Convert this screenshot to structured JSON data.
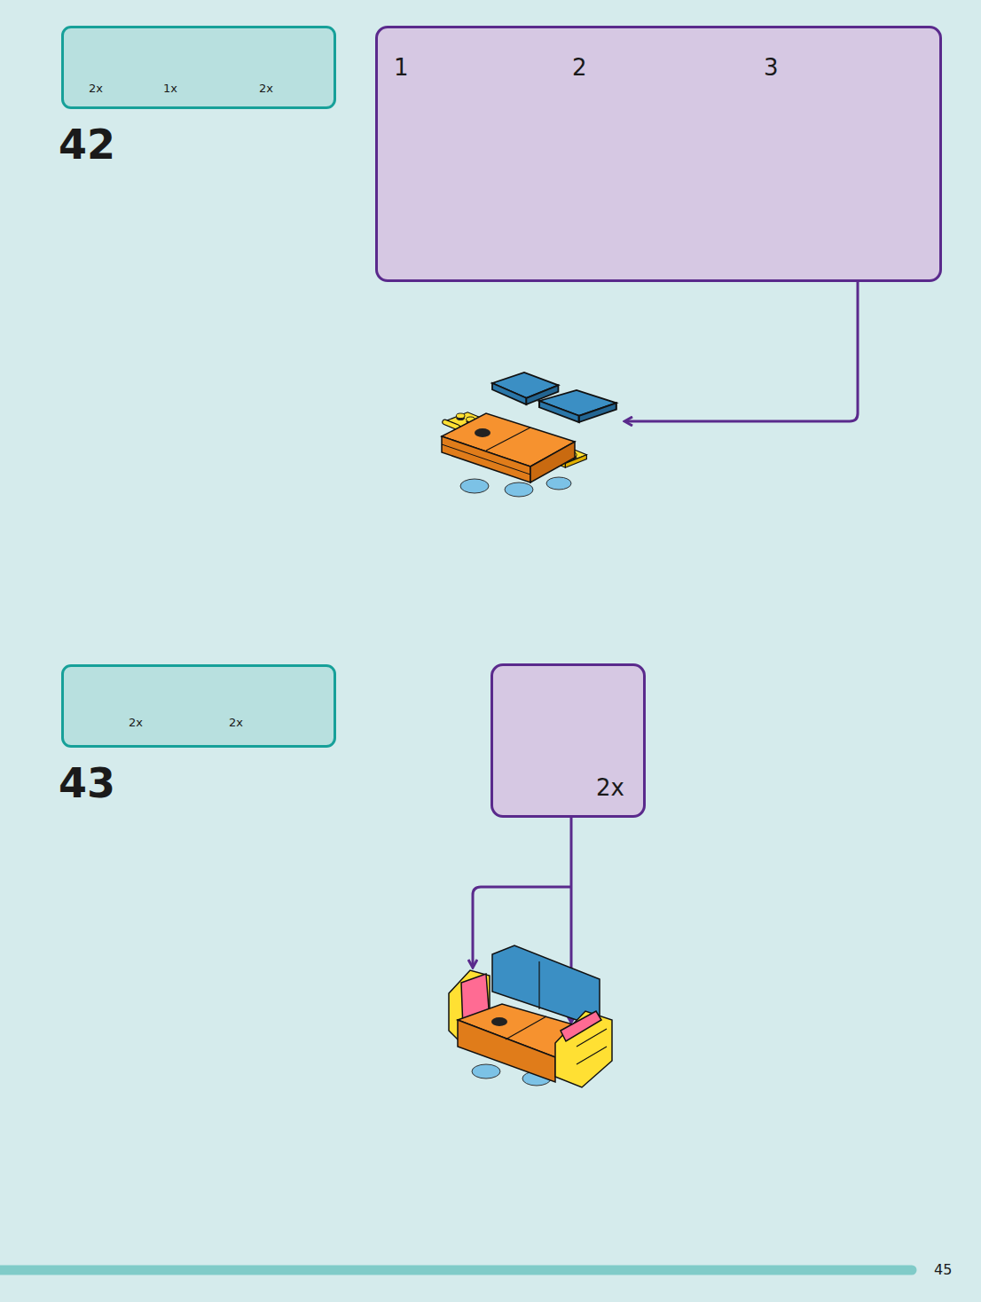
{
  "diagram": {
    "nodes": [
      {
        "text": [
          "2x",
          "1x",
          "2x"
        ]
      },
      {
        "text": [
          "1",
          "2",
          "3"
        ]
      },
      {
        "text": [
          "2x",
          "2x"
        ]
      },
      {
        "text": [
          "2x"
        ]
      }
    ],
    "labels": [
      "42",
      "43",
      "45"
    ]
  }
}
